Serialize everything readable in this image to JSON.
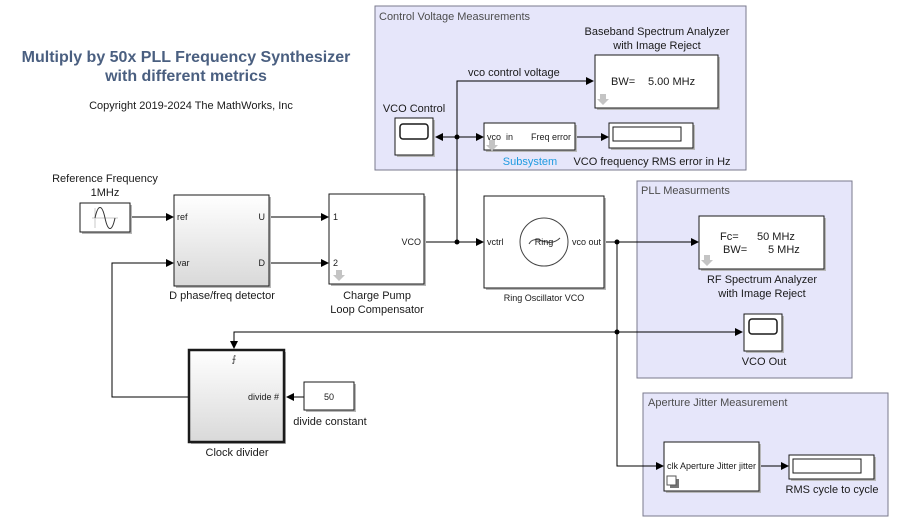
{
  "model": {
    "title_line1": "Multiply by 50x PLL Frequency Synthesizer",
    "title_line2": "with different metrics",
    "copyright": "Copyright 2019-2024 The MathWorks, Inc"
  },
  "areas": {
    "control_voltage": "Control Voltage Measurements",
    "pll": "PLL Measurments",
    "aperture": "Aperture Jitter Measurement"
  },
  "blocks": {
    "ref_freq": {
      "name_line1": "Reference Frequency",
      "name_line2": "1MHz"
    },
    "pfd": {
      "name": "D phase/freq detector",
      "ports": {
        "ref": "ref",
        "var": "var",
        "u": "U",
        "d": "D"
      }
    },
    "charge_pump": {
      "name_line1": "Charge Pump",
      "name_line2": "Loop Compensator",
      "ports": {
        "in1": "1",
        "in2": "2",
        "out": "VCO"
      }
    },
    "ring_vco": {
      "name": "Ring Oscillator VCO",
      "icon_text": "Ring",
      "ports": {
        "in": "vctrl",
        "out": "vco out"
      }
    },
    "vco_control": {
      "name": "VCO Control"
    },
    "baseband_sa": {
      "name_line1": "Baseband Spectrum Analyzer",
      "name_line2": "with Image Reject",
      "param_label": "BW=",
      "param_value": "5.00 MHz"
    },
    "subsystem": {
      "name": "Subsystem",
      "ports": {
        "in": "vco  in",
        "out": "Freq error"
      }
    },
    "rms_display": {
      "name": "VCO frequency RMS error in Hz",
      "value": ""
    },
    "rf_sa": {
      "name_line1": "RF Spectrum Analyzer",
      "name_line2": "with Image Reject",
      "fc_label": "Fc=",
      "fc_value": "50 MHz",
      "bw_label": "BW=",
      "bw_value": "5 MHz"
    },
    "vco_out": {
      "name": "VCO Out"
    },
    "clock_divider": {
      "name": "Clock divider",
      "port": "divide #"
    },
    "divide_constant": {
      "name": "divide constant",
      "value": "50"
    },
    "aperture_jitter": {
      "name": "Aperture Jitter",
      "port_in": "clk",
      "port_out": "jitter"
    },
    "rms_c2c": {
      "name": "RMS cycle to cycle",
      "value": ""
    }
  },
  "signals": {
    "vco_control_voltage": "vco control voltage"
  },
  "colors": {
    "area_fill": "#e6e6fa",
    "title": "#4a5f80",
    "link": "#1f9be0"
  }
}
